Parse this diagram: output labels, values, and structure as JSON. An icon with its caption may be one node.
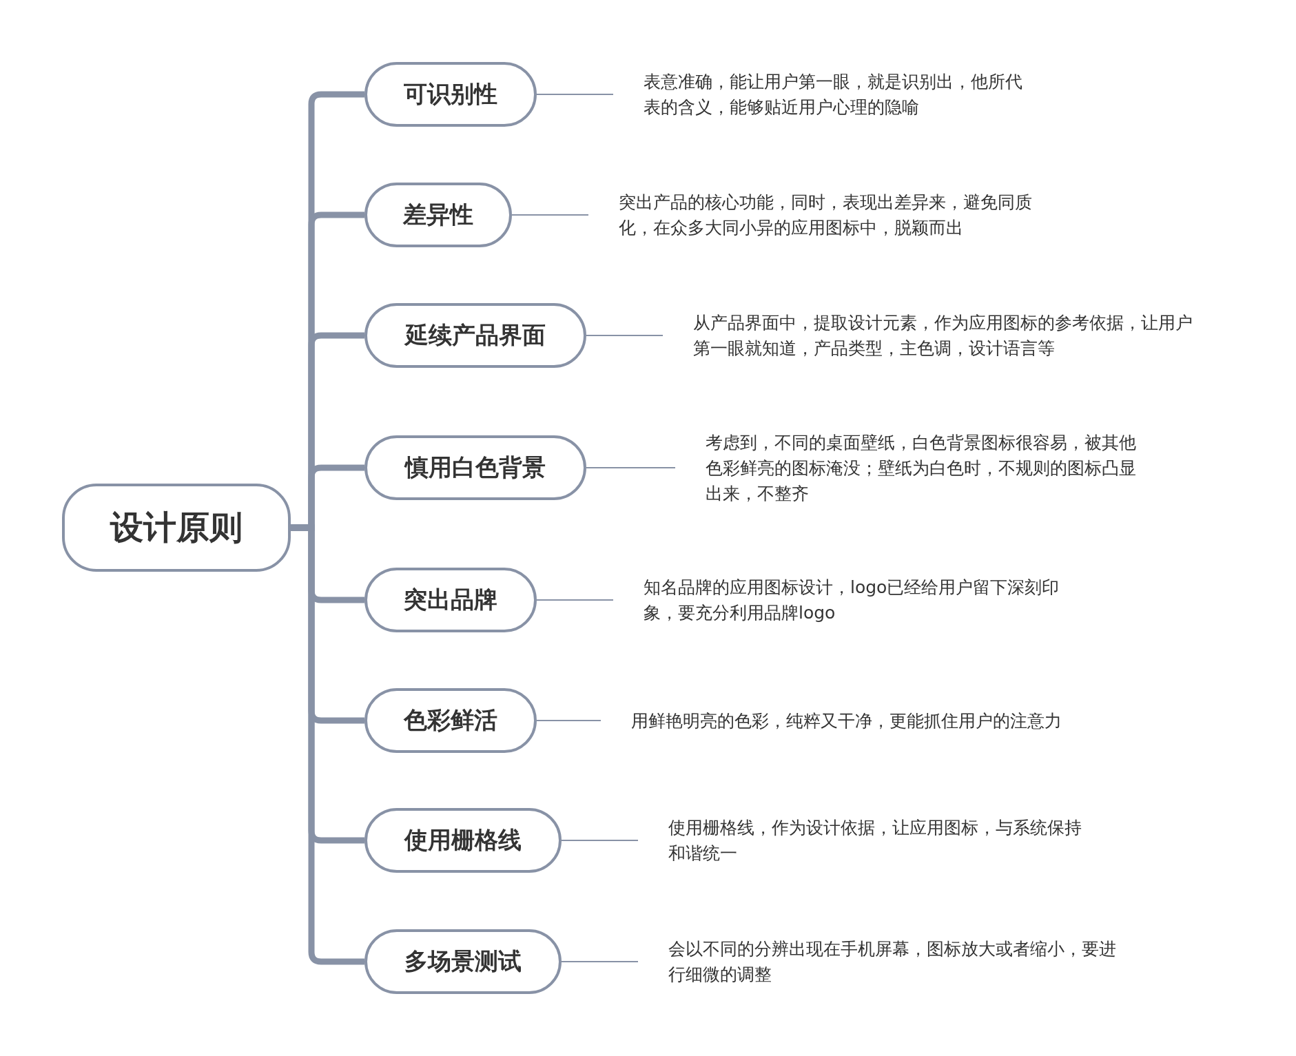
{
  "diagram": {
    "nodes": [
      {
        "text": [
          "设计原则"
        ]
      },
      {
        "text": [
          "可识别性"
        ]
      },
      {
        "text": [
          "表意准确，能让用户第一眼，就是识别出，他所代表的含义，能够贴近用户心理的隐喻"
        ]
      },
      {
        "text": [
          "差异性"
        ]
      },
      {
        "text": [
          "突出产品的核心功能，同时，表现出差异来，避免同质化，在众多大同小异的应用图标中，脱颖而出"
        ]
      },
      {
        "text": [
          "延续产品界面"
        ]
      },
      {
        "text": [
          "从产品界面中，提取设计元素，作为应用图标的参考依据，让用户第一眼就知道，产品类型，主色调，设计语言等"
        ]
      },
      {
        "text": [
          "慎用白色背景"
        ]
      },
      {
        "text": [
          "考虑到，不同的桌面壁纸，白色背景图标很容易，被其他色彩鲜亮的图标淹没；壁纸为白色时，不规则的图标凸显出来，不整齐"
        ]
      },
      {
        "text": [
          "突出品牌"
        ]
      },
      {
        "text": [
          "知名品牌的应用图标设计，logo已经给用户留下深刻印象，要充分利用品牌logo"
        ]
      },
      {
        "text": [
          "色彩鲜活"
        ]
      },
      {
        "text": [
          "用鲜艳明亮的色彩，纯粹又干净，更能抓住用户的注意力"
        ]
      },
      {
        "text": [
          "使用栅格线"
        ]
      },
      {
        "text": [
          "使用栅格线，作为设计依据，让应用图标，与系统保持和谐统一"
        ]
      },
      {
        "text": [
          "多场景测试"
        ]
      },
      {
        "text": [
          "会以不同的分辨出现在手机屏幕，图标放大或者缩小，要进行细微的调整"
        ]
      }
    ],
    "edges": [
      {
        "from": 0,
        "to": 1,
        "arrow": "none",
        "style": "thick"
      },
      {
        "from": 0,
        "to": 3,
        "arrow": "none",
        "style": "thick"
      },
      {
        "from": 0,
        "to": 5,
        "arrow": "none",
        "style": "thick"
      },
      {
        "from": 0,
        "to": 7,
        "arrow": "none",
        "style": "thick"
      },
      {
        "from": 0,
        "to": 9,
        "arrow": "none",
        "style": "thick"
      },
      {
        "from": 0,
        "to": 11,
        "arrow": "none",
        "style": "thick"
      },
      {
        "from": 0,
        "to": 13,
        "arrow": "none",
        "style": "thick"
      },
      {
        "from": 0,
        "to": 15,
        "arrow": "none",
        "style": "thick"
      },
      {
        "from": 1,
        "to": 2,
        "arrow": "none"
      },
      {
        "from": 3,
        "to": 4,
        "arrow": "none"
      },
      {
        "from": 5,
        "to": 6,
        "arrow": "none"
      },
      {
        "from": 7,
        "to": 8,
        "arrow": "none"
      },
      {
        "from": 9,
        "to": 10,
        "arrow": "none"
      },
      {
        "from": 11,
        "to": 12,
        "arrow": "none"
      },
      {
        "from": 13,
        "to": 14,
        "arrow": "none"
      },
      {
        "from": 15,
        "to": 16,
        "arrow": "none"
      }
    ]
  }
}
